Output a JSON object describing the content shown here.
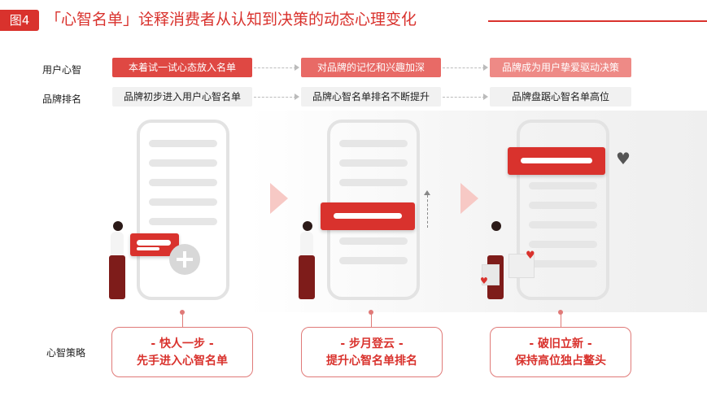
{
  "header": {
    "figure_label": "图4",
    "title": "「心智名单」诠释消费者从认知到决策的动态心理变化"
  },
  "rows": {
    "user_mind": {
      "label": "用户心智",
      "stages": [
        "本着试一试心态放入名单",
        "对品牌的记忆和兴趣加深",
        "品牌成为用户挚爱驱动决策"
      ]
    },
    "brand_rank": {
      "label": "品牌排名",
      "stages": [
        "品牌初步进入用户心智名单",
        "品牌心智名单排名不断提升",
        "品牌盘踞心智名单高位"
      ]
    }
  },
  "strategy": {
    "label": "心智策略",
    "boxes": [
      {
        "line1": "- 快人一步 -",
        "line2": "先手进入心智名单"
      },
      {
        "line1": "- 步月登云 -",
        "line2": "提升心智名单排名"
      },
      {
        "line1": "- 破旧立新 -",
        "line2": "保持高位独占鳌头"
      }
    ]
  },
  "icons": {
    "plus": "plus-icon",
    "heart": "heart-icon",
    "arrow": "arrow-right-icon"
  },
  "colors": {
    "accent": "#d9322d",
    "pill_gradient_1": "#e9716d",
    "pill_gradient_3": "#f3b0ac",
    "phone_border": "#e3e3e3"
  }
}
